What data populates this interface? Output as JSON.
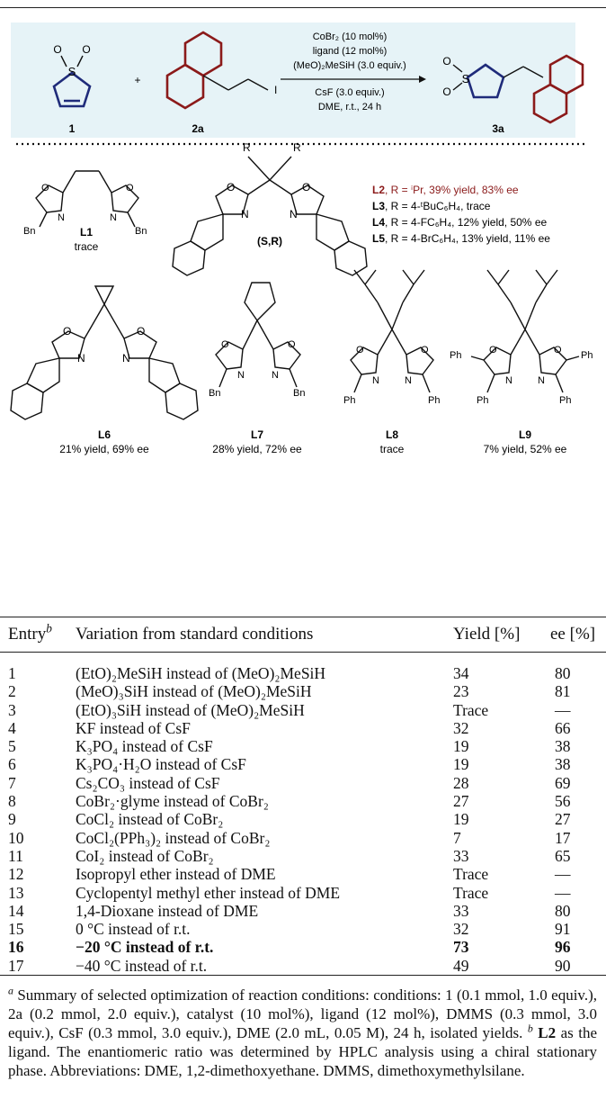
{
  "scheme": {
    "reagents": {
      "line1": "CoBr₂ (10 mol%)",
      "line2": "ligand (12 mol%)",
      "line3": "(MeO)₂MeSiH (3.0 equiv.)",
      "line4": "CsF (3.0 equiv.)",
      "line5": "DME, r.t., 24 h"
    },
    "plus": "+",
    "compound_labels": {
      "c1": "1",
      "c2": "2a",
      "c3": "3a"
    },
    "atoms": {
      "o": "O",
      "s": "S",
      "i": "I",
      "n": "N",
      "bn": "Bn",
      "ph": "Ph",
      "r": "R"
    },
    "colors": {
      "banner": "#e6f3f7",
      "accent_red": "#8b1a1a",
      "accent_blue": "#1f2b7a"
    }
  },
  "ligands": {
    "l1": {
      "name": "L1",
      "note": "trace"
    },
    "sr": {
      "name": "(S,R)"
    },
    "l2": {
      "name": "L2",
      "text": ", R = ⁱPr, 39% yield, 83% ee"
    },
    "l3": {
      "name": "L3",
      "text": ", R = 4-ᵗBuC₆H₄, trace"
    },
    "l4": {
      "name": "L4",
      "text": ", R = 4-FC₆H₄, 12% yield, 50% ee"
    },
    "l5": {
      "name": "L5",
      "text": ", R = 4-BrC₆H₄, 13% yield, 11% ee"
    },
    "l6": {
      "name": "L6",
      "note": "21% yield, 69% ee"
    },
    "l7": {
      "name": "L7",
      "note": "28% yield, 72% ee"
    },
    "l8": {
      "name": "L8",
      "note": "trace"
    },
    "l9": {
      "name": "L9",
      "note": "7% yield, 52% ee"
    }
  },
  "table": {
    "headers": {
      "entry": "Entry",
      "entry_sup": "b",
      "variation": "Variation from standard conditions",
      "yield": "Yield [%]",
      "ee": "ee [%]"
    },
    "rows": [
      {
        "entry": "1",
        "variation": "(EtO)₂MeSiH instead of (MeO)₂MeSiH",
        "yield": "34",
        "ee": "80"
      },
      {
        "entry": "2",
        "variation": "(MeO)₃SiH instead of (MeO)₂MeSiH",
        "yield": "23",
        "ee": "81"
      },
      {
        "entry": "3",
        "variation": "(EtO)₃SiH instead of (MeO)₂MeSiH",
        "yield": "Trace",
        "ee": "—"
      },
      {
        "entry": "4",
        "variation": "KF instead of CsF",
        "yield": "32",
        "ee": "66"
      },
      {
        "entry": "5",
        "variation": "K₃PO₄ instead of CsF",
        "yield": "19",
        "ee": "38"
      },
      {
        "entry": "6",
        "variation": "K₃PO₄·H₂O instead of CsF",
        "yield": "19",
        "ee": "38"
      },
      {
        "entry": "7",
        "variation": "Cs₂CO₃ instead of CsF",
        "yield": "28",
        "ee": "69"
      },
      {
        "entry": "8",
        "variation": "CoBr₂·glyme instead of CoBr₂",
        "yield": "27",
        "ee": "56"
      },
      {
        "entry": "9",
        "variation": "CoCl₂ instead of CoBr₂",
        "yield": "19",
        "ee": "27"
      },
      {
        "entry": "10",
        "variation": "CoCl₂(PPh₃)₂ instead of CoBr₂",
        "yield": "7",
        "ee": "17"
      },
      {
        "entry": "11",
        "variation": "CoI₂ instead of CoBr₂",
        "yield": "33",
        "ee": "65"
      },
      {
        "entry": "12",
        "variation": "Isopropyl ether instead of DME",
        "yield": "Trace",
        "ee": "—"
      },
      {
        "entry": "13",
        "variation": "Cyclopentyl methyl ether instead of DME",
        "yield": "Trace",
        "ee": "—"
      },
      {
        "entry": "14",
        "variation": "1,4-Dioxane instead of DME",
        "yield": "33",
        "ee": "80"
      },
      {
        "entry": "15",
        "variation": "0 °C instead of r.t.",
        "yield": "32",
        "ee": "91"
      },
      {
        "entry": "16",
        "variation": "−20 °C instead of r.t.",
        "yield": "73",
        "ee": "96"
      },
      {
        "entry": "17",
        "variation": "−40 °C instead of r.t.",
        "yield": "49",
        "ee": "90"
      }
    ]
  },
  "footnote": {
    "a_mark": "a",
    "a_text": " Summary of selected optimization of reaction conditions: conditions: 1 (0.1 mmol, 1.0 equiv.), 2a (0.2 mmol, 2.0 equiv.), catalyst (10 mol%), ligand (12 mol%), DMMS (0.3 mmol, 3.0 equiv.), CsF (0.3 mmol, 3.0 equiv.), DME (2.0 mL, 0.05 M), 24 h, isolated yields. ",
    "b_mark": "b",
    "b_ligand": "L2",
    "b_text": " as the ligand. The enantiomeric ratio was determined by HPLC analysis using a chiral stationary phase. Abbreviations: DME, 1,2-dimethoxyethane. DMMS, dimethoxymethylsilane."
  }
}
